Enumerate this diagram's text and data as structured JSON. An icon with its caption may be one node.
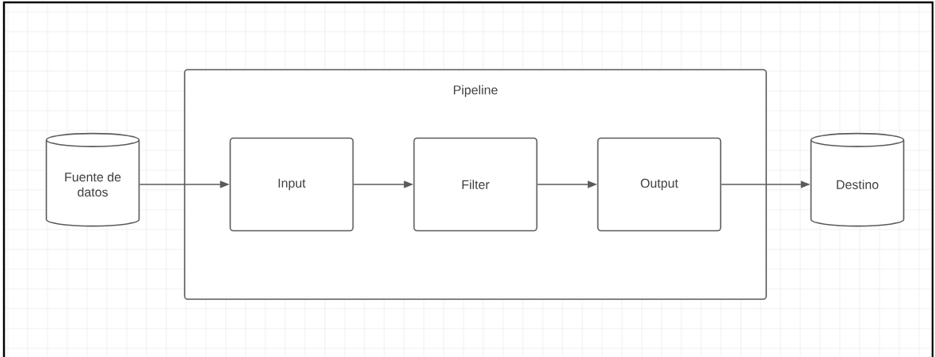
{
  "diagram": {
    "nodes": [
      {
        "text": [
          "Fuente de datos"
        ]
      },
      {
        "text": [
          "Pipeline"
        ]
      },
      {
        "text": [
          "Input"
        ],
        "in": 1
      },
      {
        "text": [
          "Filter"
        ],
        "in": 1
      },
      {
        "text": [
          "Output"
        ],
        "in": 1
      },
      {
        "text": [
          "Destino"
        ]
      }
    ],
    "edges": [
      {
        "from": 0,
        "to": 2,
        "arrow": "to"
      },
      {
        "from": 2,
        "to": 3,
        "arrow": "to"
      },
      {
        "from": 3,
        "to": 4,
        "arrow": "to"
      },
      {
        "from": 4,
        "to": 5,
        "arrow": "to"
      }
    ]
  }
}
